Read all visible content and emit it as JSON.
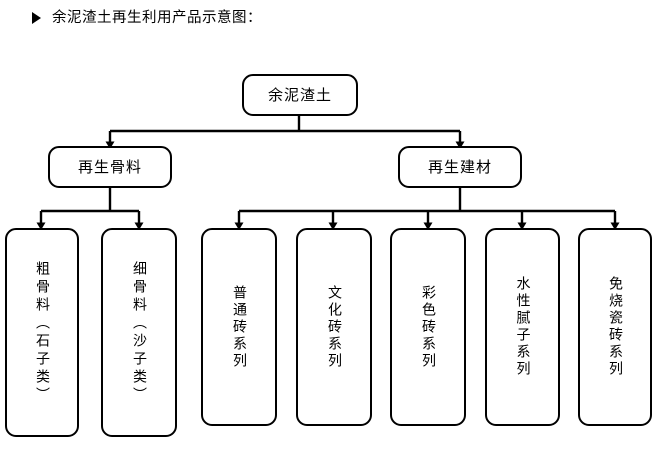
{
  "heading": {
    "marker_icon": "triangle-right-icon",
    "text": "余泥渣土再生利用产品示意图："
  },
  "diagram": {
    "type": "flowchart-tree",
    "line_color": "#000000",
    "box_fill": "#ffffff",
    "root": {
      "label": "余泥渣土"
    },
    "branches": [
      {
        "label": "再生骨料"
      },
      {
        "label": "再生建材"
      }
    ],
    "leaves": [
      {
        "label": "粗骨料（石子类）",
        "parent": "再生骨料"
      },
      {
        "label": "细骨料（沙子类）",
        "parent": "再生骨料"
      },
      {
        "label": "普通砖系列",
        "parent": "再生建材"
      },
      {
        "label": "文化砖系列",
        "parent": "再生建材"
      },
      {
        "label": "彩色砖系列",
        "parent": "再生建材"
      },
      {
        "label": "水性腻子系列",
        "parent": "再生建材"
      },
      {
        "label": "免烧瓷砖系列",
        "parent": "再生建材"
      }
    ]
  }
}
